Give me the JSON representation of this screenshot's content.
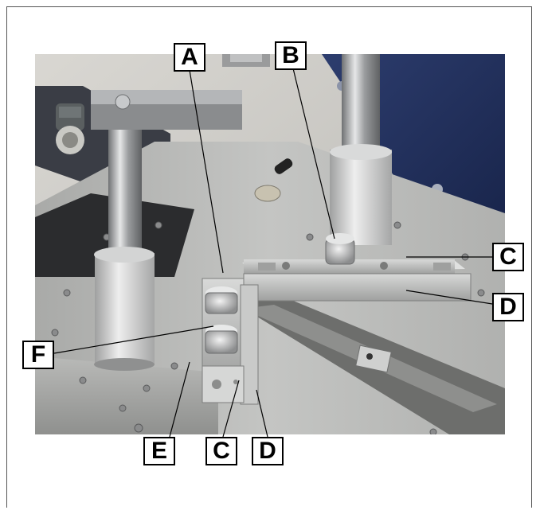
{
  "labels": {
    "A": "A",
    "B": "B",
    "C_right": "C",
    "D_right": "D",
    "F": "F",
    "E": "E",
    "C_bottom": "C",
    "D_bottom": "D"
  }
}
